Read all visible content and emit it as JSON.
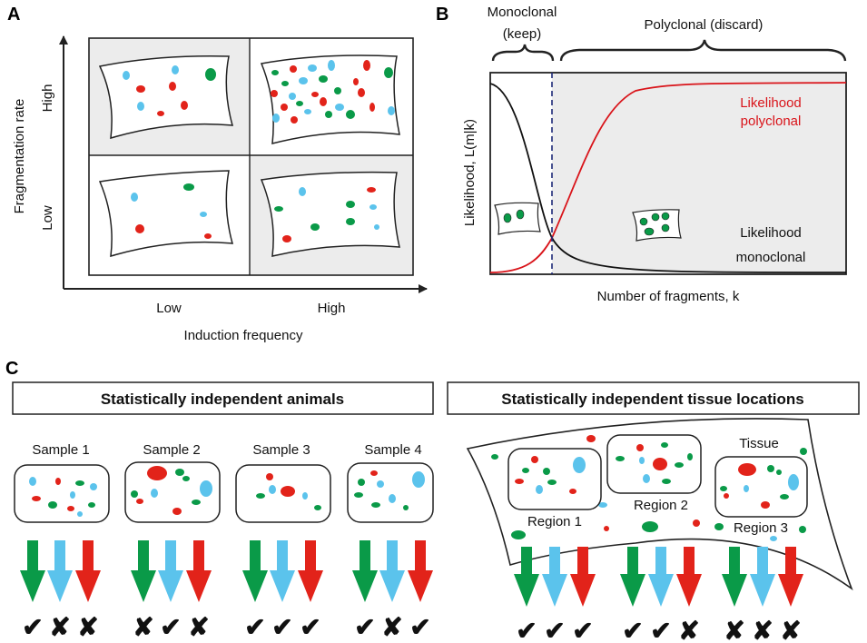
{
  "panel_a": {
    "letter": "A",
    "y_axis_label": "Fragmentation rate",
    "y_ticks": [
      "High",
      "Low"
    ],
    "x_axis_label": "Induction frequency",
    "x_ticks": [
      "Low",
      "High"
    ]
  },
  "panel_b": {
    "letter": "B",
    "brace_left_line1": "Monoclonal",
    "brace_left_line2": "(keep)",
    "brace_right": "Polyclonal (discard)",
    "y_axis_label": "Likelihood, L(m|k)",
    "x_axis_label": "Number of fragments, k",
    "poly_label_line1": "Likelihood",
    "poly_label_line2": "polyclonal",
    "mono_label_line1": "Likelihood",
    "mono_label_line2": "monoclonal"
  },
  "panel_c": {
    "letter": "C",
    "left_title": "Statistically independent animals",
    "right_title": "Statistically independent tissue locations",
    "samples": [
      {
        "label": "Sample 1",
        "marks": [
          "✔",
          "✘",
          "✘"
        ]
      },
      {
        "label": "Sample 2",
        "marks": [
          "✘",
          "✔",
          "✘"
        ]
      },
      {
        "label": "Sample 3",
        "marks": [
          "✔",
          "✔",
          "✔"
        ]
      },
      {
        "label": "Sample 4",
        "marks": [
          "✔",
          "✘",
          "✔"
        ]
      }
    ],
    "tissue_label": "Tissue",
    "regions": [
      {
        "label": "Region 1",
        "marks": [
          "✔",
          "✔",
          "✔"
        ]
      },
      {
        "label": "Region 2",
        "marks": [
          "✔",
          "✔",
          "✘"
        ]
      },
      {
        "label": "Region 3",
        "marks": [
          "✘",
          "✘",
          "✘"
        ]
      }
    ]
  },
  "colors": {
    "green": "#0a9a48",
    "blue": "#5bc3ec",
    "red": "#e2231a",
    "dashed_line": "#1e2a78",
    "curve_red": "#d9141a",
    "shade": "#ececec"
  }
}
